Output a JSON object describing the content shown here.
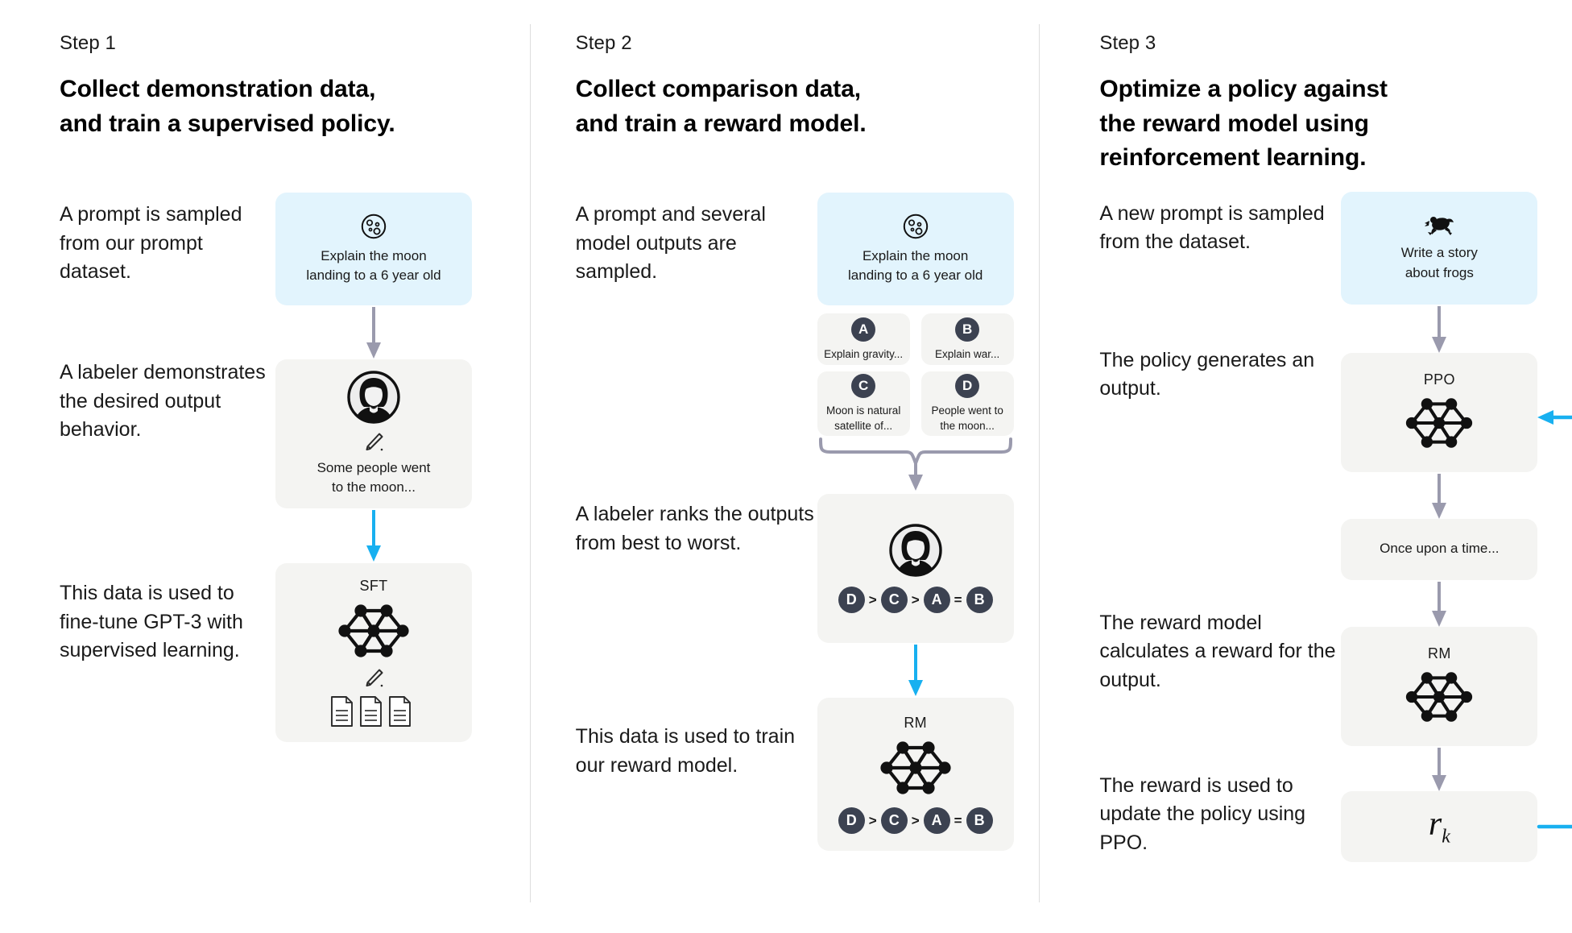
{
  "theme": {
    "prompt_box_color": "#e2f4fd",
    "neutral_box_color": "#f4f4f2",
    "badge_color": "#3c4251",
    "gray_arrow_color": "#9a9aad",
    "blue_arrow_color": "#18b0f0",
    "divider_color": "#dddddd"
  },
  "columns": [
    {
      "step_label": "Step 1",
      "title": "Collect demonstration data,\nand train a supervised policy.",
      "descriptions": [
        "A prompt is\nsampled from our\nprompt dataset.",
        "A labeler\ndemonstrates the\ndesired output\nbehavior.",
        "This data is used\nto fine-tune GPT-3\nwith supervised\nlearning."
      ],
      "boxes": {
        "prompt": {
          "icon": "moon-icon",
          "text": "Explain the moon\nlanding to a 6 year old"
        },
        "demo": {
          "icon": "labeler-avatar-icon",
          "sub_icon": "pencil-icon",
          "text": "Some people went\nto the moon..."
        },
        "sft": {
          "caption": "SFT",
          "icon": "neural-network-icon",
          "sub_icon": "pencil-icon",
          "docs_icon": "documents-icon"
        }
      }
    },
    {
      "step_label": "Step 2",
      "title": "Collect comparison data,\nand train a reward model.",
      "descriptions": [
        "A prompt and\nseveral model\noutputs are\nsampled.",
        "A labeler ranks\nthe outputs from\nbest to worst.",
        "This data is used\nto train our\nreward model."
      ],
      "boxes": {
        "prompt": {
          "icon": "moon-icon",
          "text": "Explain the moon\nlanding to a 6 year old"
        },
        "options": [
          {
            "badge": "A",
            "text": "Explain gravity..."
          },
          {
            "badge": "B",
            "text": "Explain war..."
          },
          {
            "badge": "C",
            "text": "Moon is natural\nsatellite of..."
          },
          {
            "badge": "D",
            "text": "People went to\nthe moon..."
          }
        ],
        "ranking": {
          "icon": "labeler-avatar-icon",
          "items": [
            "D",
            ">",
            "C",
            ">",
            "A",
            "=",
            "B"
          ]
        },
        "rm": {
          "caption": "RM",
          "icon": "neural-network-icon",
          "items": [
            "D",
            ">",
            "C",
            ">",
            "A",
            "=",
            "B"
          ]
        }
      }
    },
    {
      "step_label": "Step 3",
      "title": "Optimize a policy against\nthe reward model using\nreinforcement learning.",
      "descriptions": [
        "A new prompt\nis sampled from\nthe dataset.",
        "The policy\ngenerates\nan output.",
        "The reward model\ncalculates a\nreward for\nthe output.",
        "The reward is\nused to update\nthe policy\nusing PPO."
      ],
      "boxes": {
        "prompt": {
          "icon": "frog-icon",
          "text": "Write a story\nabout frogs"
        },
        "ppo": {
          "caption": "PPO",
          "icon": "neural-network-icon"
        },
        "output": {
          "text": "Once upon a time..."
        },
        "rm": {
          "caption": "RM",
          "icon": "neural-network-icon"
        },
        "reward": {
          "symbol": "r",
          "subscript": "k"
        }
      }
    }
  ]
}
